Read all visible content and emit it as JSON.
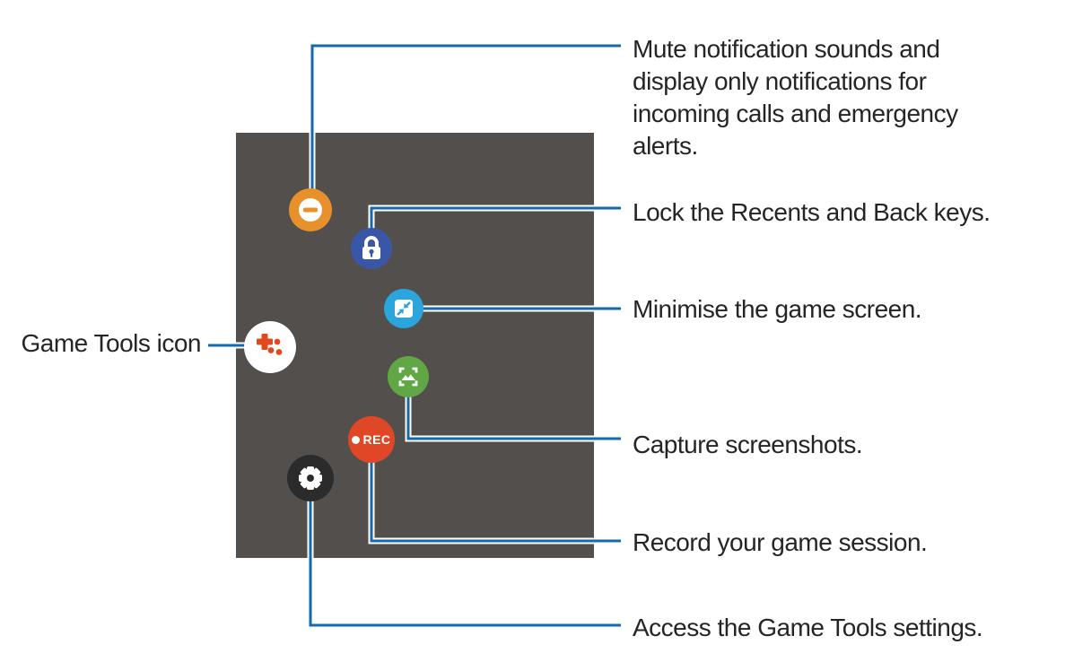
{
  "diagram": {
    "left_label": "Game Tools icon",
    "callouts": [
      {
        "id": "mute",
        "icon": "mute-minus-icon",
        "icon_color": "#e8912c",
        "label_lines": [
          "Mute notification sounds and",
          "display only notifications for",
          "incoming calls and emergency",
          "alerts."
        ]
      },
      {
        "id": "lock",
        "icon": "lock-icon",
        "icon_color": "#3a57a7",
        "label": "Lock the Recents and Back keys."
      },
      {
        "id": "minimise",
        "icon": "minimize-icon",
        "icon_color": "#2aa6dd",
        "label": "Minimise the game screen."
      },
      {
        "id": "capture",
        "icon": "capture-frame-icon",
        "icon_color": "#61a746",
        "label": "Capture screenshots."
      },
      {
        "id": "record",
        "icon": "record-rec-icon",
        "icon_color": "#df4727",
        "icon_text": "REC",
        "label": "Record your game session."
      },
      {
        "id": "settings",
        "icon": "gear-icon",
        "icon_color": "#2b2b2b",
        "label": "Access the Game Tools settings."
      }
    ],
    "game_tools_icon": {
      "icon": "gamepad-icon",
      "glyph_color": "#e0491f",
      "background": "#ffffff"
    },
    "colors": {
      "callout_line": "#1569af",
      "callout_line_casing": "#ffffff",
      "screen_background": "#534f4c",
      "label_text": "#262424",
      "page_background": "#ffffff"
    }
  }
}
